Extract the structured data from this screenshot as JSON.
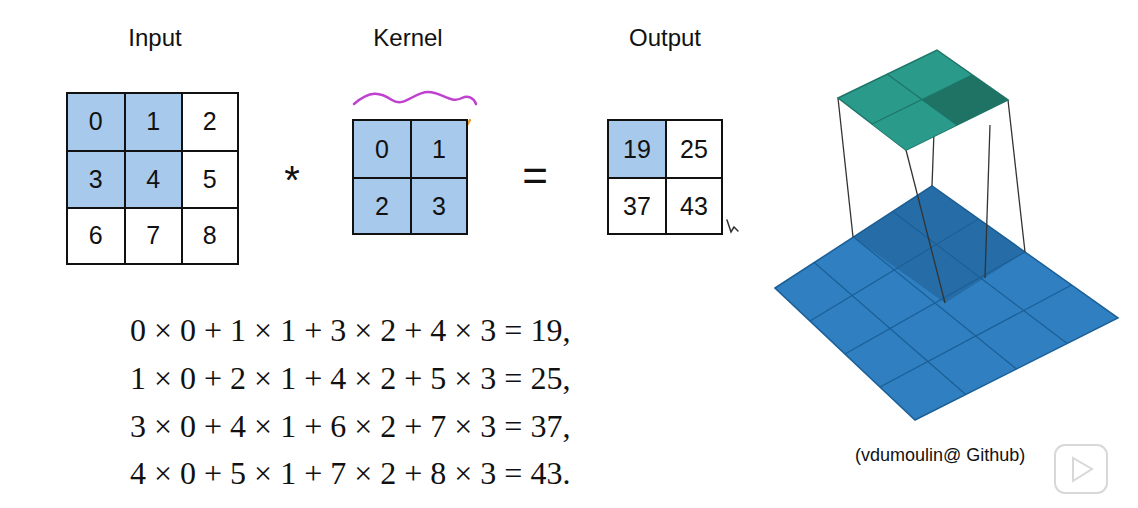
{
  "diagram": {
    "nodes": [
      {
        "text": [
          "Input"
        ]
      },
      {
        "text": [
          "0"
        ],
        "in": 0
      },
      {
        "text": [
          "1"
        ],
        "in": 0
      },
      {
        "text": [
          "2"
        ],
        "in": 0
      },
      {
        "text": [
          "3"
        ],
        "in": 0
      },
      {
        "text": [
          "4"
        ],
        "in": 0
      },
      {
        "text": [
          "5"
        ],
        "in": 0
      },
      {
        "text": [
          "6"
        ],
        "in": 0
      },
      {
        "text": [
          "7"
        ],
        "in": 0
      },
      {
        "text": [
          "8"
        ],
        "in": 0
      },
      {
        "text": [
          "Kernel"
        ]
      },
      {
        "text": [
          "0"
        ],
        "in": 10
      },
      {
        "text": [
          "1"
        ],
        "in": 10
      },
      {
        "text": [
          "2"
        ],
        "in": 10
      },
      {
        "text": [
          "3"
        ],
        "in": 10
      },
      {
        "text": [
          "Output"
        ]
      },
      {
        "text": [
          "19"
        ],
        "in": 15
      },
      {
        "text": [
          "25"
        ],
        "in": 15
      },
      {
        "text": [
          "37"
        ],
        "in": 15
      },
      {
        "text": [
          "43"
        ],
        "in": 15
      }
    ],
    "labels": [
      "*",
      "=",
      "0 × 0 + 1 × 1 + 3 × 2 + 4 × 3 = 19,",
      "1 × 0 + 2 × 1 + 4 × 2 + 5 × 3 = 25,",
      "3 × 0 + 4 × 1 + 6 × 2 + 7 × 3 = 37,",
      "4 × 0 + 5 × 1 + 7 × 2 + 8 × 3 = 43.",
      "(vdumoulin@ Github)"
    ]
  }
}
